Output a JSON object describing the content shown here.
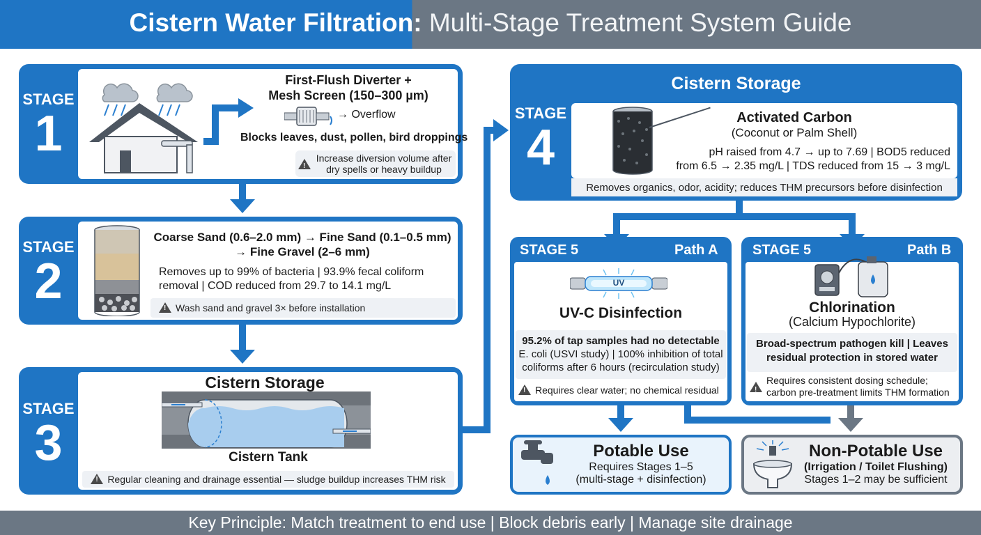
{
  "header": {
    "title_main": "Cistern Water Filtration:",
    "title_sub": "Multi-Stage Treatment System Guide",
    "color_primary": "#1f75c4",
    "color_secondary": "#6b7784"
  },
  "stage1": {
    "word": "STAGE",
    "num": "1",
    "title_line1": "First-Flush Diverter +",
    "title_line2": "Mesh Screen (150–300 µm)",
    "overflow": "→ Overflow",
    "blocks": "Blocks leaves, dust, pollen, bird droppings",
    "tip_line1": "Increase diversion volume after",
    "tip_line2": "dry spells or heavy buildup"
  },
  "stage2": {
    "word": "STAGE",
    "num": "2",
    "media_line1": "Coarse Sand (0.6–2.0 mm) → Fine Sand (0.1–0.5 mm)",
    "media_line2": "→ Fine Gravel (2–6 mm)",
    "removes_line1": "Removes up to 99% of bacteria |  93.9% fecal coliform",
    "removes_line2": "removal |  COD reduced from 29.7 to 14.1 mg/L",
    "tip": "Wash sand and gravel 3× before installation"
  },
  "stage3": {
    "word": "STAGE",
    "num": "3",
    "title": "Cistern Storage",
    "tank_label": "Cistern Tank",
    "tip": "Regular cleaning and drainage essential — sludge buildup increases THM risk"
  },
  "stage4": {
    "word": "STAGE",
    "num": "4",
    "title": "Cistern Storage",
    "media_title": "Activated Carbon",
    "media_sub": "(Coconut or Palm Shell)",
    "results_line1": "pH raised from 4.7 → up to 7.69 | BOD5 reduced",
    "results_line2": "from 6.5 → 2.35 mg/L | TDS reduced from 15 → 3 mg/L",
    "note": "Removes organics, odor, acidity; reduces THM precursors before disinfection"
  },
  "path_a": {
    "stage": "STAGE 5",
    "path": "Path A",
    "uv_label": "UV",
    "title": "UV-C Disinfection",
    "result_line1": "95.2% of tap samples had no detectable",
    "result_line2": "E. coli (USVI study) | 100% inhibition of total",
    "result_line3": "coliforms after 6 hours (recirculation study)",
    "tip": "Requires clear water; no chemical residual"
  },
  "path_b": {
    "stage": "STAGE 5",
    "path": "Path B",
    "title": "Chlorination",
    "sub": "(Calcium Hypochlorite)",
    "result_line1": "Broad-spectrum pathogen kill | Leaves",
    "result_line2": "residual protection in stored water",
    "tip_line1": "Requires consistent dosing schedule;",
    "tip_line2": "carbon pre-treatment limits THM formation"
  },
  "potable": {
    "title": "Potable Use",
    "line1": "Requires Stages 1–5",
    "line2": "(multi-stage + disinfection)"
  },
  "nonpotable": {
    "title": "Non-Potable Use",
    "line1": "(Irrigation / Toilet Flushing)",
    "line2": "Stages 1–2 may be sufficient"
  },
  "footer": {
    "text": "Key Principle: Match treatment to end use | Block debris early | Manage site drainage"
  }
}
